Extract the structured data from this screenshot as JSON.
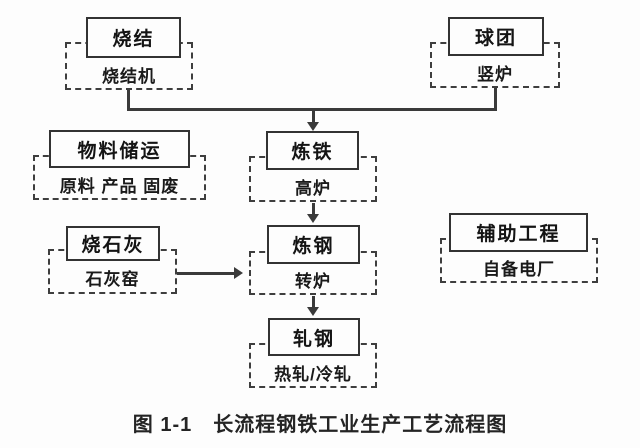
{
  "figure": {
    "caption": "图 1-1　长流程钢铁工业生产工艺流程图"
  },
  "colors": {
    "line": "#3a3a3a",
    "solid_border": "#333333",
    "dashed_border": "#3e3e3e",
    "text": "#141414",
    "background": "#fdfdfd"
  },
  "diagram": {
    "type": "flowchart",
    "nodes": [
      {
        "id": "sinter",
        "title": "烧结",
        "sub": "烧结机"
      },
      {
        "id": "pellet",
        "title": "球团",
        "sub": "竖炉"
      },
      {
        "id": "ironmaking",
        "title": "炼铁",
        "sub": "高炉"
      },
      {
        "id": "material-storage",
        "title": "物料储运",
        "sub": "原料 产品 固废"
      },
      {
        "id": "lime",
        "title": "烧石灰",
        "sub": "石灰窑"
      },
      {
        "id": "steelmaking",
        "title": "炼钢",
        "sub": "转炉"
      },
      {
        "id": "auxiliary",
        "title": "辅助工程",
        "sub": "自备电厂"
      },
      {
        "id": "rolling",
        "title": "轧钢",
        "sub": "热轧/冷轧"
      }
    ],
    "edges": [
      {
        "from": "sinter",
        "to": "ironmaking",
        "style": "merge-elbow-arrow"
      },
      {
        "from": "pellet",
        "to": "ironmaking",
        "style": "merge-elbow-arrow"
      },
      {
        "from": "ironmaking",
        "to": "steelmaking",
        "style": "arrow-down"
      },
      {
        "from": "lime",
        "to": "steelmaking",
        "style": "arrow-right"
      },
      {
        "from": "steelmaking",
        "to": "rolling",
        "style": "arrow-down"
      }
    ]
  }
}
